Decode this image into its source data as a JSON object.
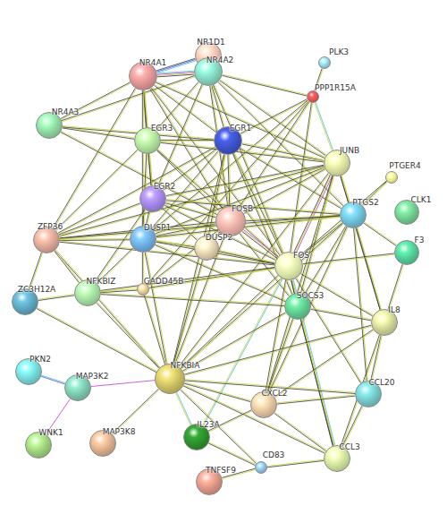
{
  "diagram": {
    "nodes": [
      {
        "text": [
          "NR1D1"
        ]
      },
      {
        "text": [
          "NR4A1"
        ]
      },
      {
        "text": [
          "NR4A2"
        ]
      },
      {
        "text": [
          "PLK3"
        ]
      },
      {
        "text": [
          "PPP1R15A"
        ]
      },
      {
        "text": [
          "NR4A3"
        ]
      },
      {
        "text": [
          "EGR1"
        ]
      },
      {
        "text": [
          "EGR3"
        ]
      },
      {
        "text": [
          "JUNB"
        ]
      },
      {
        "text": [
          "PTGER4"
        ]
      },
      {
        "text": [
          "CLK1"
        ]
      },
      {
        "text": [
          "EGR2"
        ]
      },
      {
        "text": [
          "FOSB"
        ]
      },
      {
        "text": [
          "PTGS2"
        ]
      },
      {
        "text": [
          "F3"
        ]
      },
      {
        "text": [
          "ZFP36"
        ]
      },
      {
        "text": [
          "DUSP1"
        ]
      },
      {
        "text": [
          "DUSP2"
        ]
      },
      {
        "text": [
          "FOS"
        ]
      },
      {
        "text": [
          "ZC3H12A"
        ]
      },
      {
        "text": [
          "NFKBIZ"
        ]
      },
      {
        "text": [
          "GADD45B"
        ]
      },
      {
        "text": [
          "SOCS3"
        ]
      },
      {
        "text": [
          "IL8"
        ]
      },
      {
        "text": [
          "PKN2"
        ]
      },
      {
        "text": [
          "MAP3K2"
        ]
      },
      {
        "text": [
          "NFKBIA"
        ]
      },
      {
        "text": [
          "CXCL2"
        ]
      },
      {
        "text": [
          "CCL20"
        ]
      },
      {
        "text": [
          "MAP3K8"
        ]
      },
      {
        "text": [
          "IL23A"
        ]
      },
      {
        "text": [
          "WNK1"
        ]
      },
      {
        "text": [
          "CCL3"
        ]
      },
      {
        "text": [
          "CD83"
        ]
      },
      {
        "text": [
          "TNFSF9"
        ]
      }
    ],
    "edges": [
      {
        "from": 0,
        "to": 1,
        "arrow": "none"
      },
      {
        "from": 0,
        "to": 2,
        "arrow": "none"
      },
      {
        "from": 1,
        "to": 2,
        "arrow": "none"
      },
      {
        "from": 1,
        "to": 5,
        "arrow": "none"
      },
      {
        "from": 2,
        "to": 5,
        "arrow": "none"
      },
      {
        "from": 1,
        "to": 6,
        "arrow": "none"
      },
      {
        "from": 2,
        "to": 6,
        "arrow": "none"
      },
      {
        "from": 1,
        "to": 7,
        "arrow": "none"
      },
      {
        "from": 2,
        "to": 7,
        "arrow": "none"
      },
      {
        "from": 1,
        "to": 12,
        "arrow": "none"
      },
      {
        "from": 2,
        "to": 12,
        "arrow": "none"
      },
      {
        "from": 1,
        "to": 18,
        "arrow": "none"
      },
      {
        "from": 2,
        "to": 18,
        "arrow": "none"
      },
      {
        "from": 2,
        "to": 8,
        "arrow": "none"
      },
      {
        "from": 1,
        "to": 8,
        "arrow": "none"
      },
      {
        "from": 1,
        "to": 11,
        "arrow": "none"
      },
      {
        "from": 2,
        "to": 11,
        "arrow": "none"
      },
      {
        "from": 2,
        "to": 4,
        "arrow": "none"
      },
      {
        "from": 1,
        "to": 16,
        "arrow": "none"
      },
      {
        "from": 2,
        "to": 13,
        "arrow": "none"
      },
      {
        "from": 1,
        "to": 15,
        "arrow": "none"
      },
      {
        "from": 5,
        "to": 7,
        "arrow": "none"
      },
      {
        "from": 5,
        "to": 12,
        "arrow": "none"
      },
      {
        "from": 5,
        "to": 6,
        "arrow": "none"
      },
      {
        "from": 3,
        "to": 4,
        "arrow": "none"
      },
      {
        "from": 4,
        "to": 6,
        "arrow": "none"
      },
      {
        "from": 4,
        "to": 8,
        "arrow": "none"
      },
      {
        "from": 4,
        "to": 18,
        "arrow": "none"
      },
      {
        "from": 4,
        "to": 21,
        "arrow": "none"
      },
      {
        "from": 4,
        "to": 12,
        "arrow": "none"
      },
      {
        "from": 4,
        "to": 16,
        "arrow": "none"
      },
      {
        "from": 6,
        "to": 7,
        "arrow": "none"
      },
      {
        "from": 6,
        "to": 11,
        "arrow": "none"
      },
      {
        "from": 6,
        "to": 12,
        "arrow": "none"
      },
      {
        "from": 6,
        "to": 18,
        "arrow": "none"
      },
      {
        "from": 6,
        "to": 8,
        "arrow": "none"
      },
      {
        "from": 6,
        "to": 16,
        "arrow": "none"
      },
      {
        "from": 6,
        "to": 13,
        "arrow": "none"
      },
      {
        "from": 6,
        "to": 15,
        "arrow": "none"
      },
      {
        "from": 6,
        "to": 17,
        "arrow": "none"
      },
      {
        "from": 6,
        "to": 22,
        "arrow": "none"
      },
      {
        "from": 6,
        "to": 26,
        "arrow": "none"
      },
      {
        "from": 7,
        "to": 11,
        "arrow": "none"
      },
      {
        "from": 7,
        "to": 12,
        "arrow": "none"
      },
      {
        "from": 7,
        "to": 18,
        "arrow": "none"
      },
      {
        "from": 7,
        "to": 8,
        "arrow": "none"
      },
      {
        "from": 7,
        "to": 15,
        "arrow": "none"
      },
      {
        "from": 7,
        "to": 16,
        "arrow": "none"
      },
      {
        "from": 8,
        "to": 12,
        "arrow": "none"
      },
      {
        "from": 8,
        "to": 18,
        "arrow": "none"
      },
      {
        "from": 8,
        "to": 13,
        "arrow": "none"
      },
      {
        "from": 8,
        "to": 16,
        "arrow": "none"
      },
      {
        "from": 8,
        "to": 11,
        "arrow": "none"
      },
      {
        "from": 8,
        "to": 22,
        "arrow": "none"
      },
      {
        "from": 8,
        "to": 15,
        "arrow": "none"
      },
      {
        "from": 8,
        "to": 26,
        "arrow": "none"
      },
      {
        "from": 8,
        "to": 23,
        "arrow": "none"
      },
      {
        "from": 8,
        "to": 27,
        "arrow": "none"
      },
      {
        "from": 9,
        "to": 13,
        "arrow": "none"
      },
      {
        "from": 9,
        "to": 18,
        "arrow": "none"
      },
      {
        "from": 11,
        "to": 12,
        "arrow": "none"
      },
      {
        "from": 11,
        "to": 18,
        "arrow": "none"
      },
      {
        "from": 11,
        "to": 15,
        "arrow": "none"
      },
      {
        "from": 11,
        "to": 16,
        "arrow": "none"
      },
      {
        "from": 11,
        "to": 17,
        "arrow": "none"
      },
      {
        "from": 11,
        "to": 20,
        "arrow": "none"
      },
      {
        "from": 11,
        "to": 13,
        "arrow": "none"
      },
      {
        "from": 12,
        "to": 18,
        "arrow": "none"
      },
      {
        "from": 12,
        "to": 16,
        "arrow": "none"
      },
      {
        "from": 12,
        "to": 17,
        "arrow": "none"
      },
      {
        "from": 12,
        "to": 13,
        "arrow": "none"
      },
      {
        "from": 12,
        "to": 15,
        "arrow": "none"
      },
      {
        "from": 12,
        "to": 22,
        "arrow": "none"
      },
      {
        "from": 12,
        "to": 26,
        "arrow": "none"
      },
      {
        "from": 12,
        "to": 21,
        "arrow": "none"
      },
      {
        "from": 13,
        "to": 18,
        "arrow": "none"
      },
      {
        "from": 13,
        "to": 14,
        "arrow": "none"
      },
      {
        "from": 13,
        "to": 23,
        "arrow": "none"
      },
      {
        "from": 13,
        "to": 16,
        "arrow": "none"
      },
      {
        "from": 13,
        "to": 22,
        "arrow": "none"
      },
      {
        "from": 13,
        "to": 26,
        "arrow": "none"
      },
      {
        "from": 13,
        "to": 27,
        "arrow": "none"
      },
      {
        "from": 13,
        "to": 28,
        "arrow": "none"
      },
      {
        "from": 13,
        "to": 15,
        "arrow": "none"
      },
      {
        "from": 14,
        "to": 18,
        "arrow": "none"
      },
      {
        "from": 14,
        "to": 23,
        "arrow": "none"
      },
      {
        "from": 15,
        "to": 16,
        "arrow": "none"
      },
      {
        "from": 15,
        "to": 19,
        "arrow": "none"
      },
      {
        "from": 15,
        "to": 26,
        "arrow": "none"
      },
      {
        "from": 15,
        "to": 18,
        "arrow": "none"
      },
      {
        "from": 15,
        "to": 20,
        "arrow": "none"
      },
      {
        "from": 16,
        "to": 17,
        "arrow": "none"
      },
      {
        "from": 16,
        "to": 18,
        "arrow": "none"
      },
      {
        "from": 16,
        "to": 26,
        "arrow": "none"
      },
      {
        "from": 16,
        "to": 21,
        "arrow": "none"
      },
      {
        "from": 16,
        "to": 22,
        "arrow": "none"
      },
      {
        "from": 16,
        "to": 20,
        "arrow": "none"
      },
      {
        "from": 17,
        "to": 18,
        "arrow": "none"
      },
      {
        "from": 17,
        "to": 26,
        "arrow": "none"
      },
      {
        "from": 18,
        "to": 22,
        "arrow": "none"
      },
      {
        "from": 18,
        "to": 23,
        "arrow": "none"
      },
      {
        "from": 18,
        "to": 26,
        "arrow": "none"
      },
      {
        "from": 18,
        "to": 27,
        "arrow": "none"
      },
      {
        "from": 18,
        "to": 28,
        "arrow": "none"
      },
      {
        "from": 18,
        "to": 32,
        "arrow": "none"
      },
      {
        "from": 18,
        "to": 21,
        "arrow": "none"
      },
      {
        "from": 18,
        "to": 20,
        "arrow": "none"
      },
      {
        "from": 18,
        "to": 30,
        "arrow": "none"
      },
      {
        "from": 19,
        "to": 20,
        "arrow": "none"
      },
      {
        "from": 19,
        "to": 26,
        "arrow": "none"
      },
      {
        "from": 20,
        "to": 26,
        "arrow": "none"
      },
      {
        "from": 20,
        "to": 21,
        "arrow": "none"
      },
      {
        "from": 20,
        "to": 22,
        "arrow": "none"
      },
      {
        "from": 21,
        "to": 26,
        "arrow": "none"
      },
      {
        "from": 22,
        "to": 26,
        "arrow": "none"
      },
      {
        "from": 22,
        "to": 23,
        "arrow": "none"
      },
      {
        "from": 22,
        "to": 27,
        "arrow": "none"
      },
      {
        "from": 22,
        "to": 32,
        "arrow": "none"
      },
      {
        "from": 23,
        "to": 27,
        "arrow": "none"
      },
      {
        "from": 23,
        "to": 28,
        "arrow": "none"
      },
      {
        "from": 23,
        "to": 26,
        "arrow": "none"
      },
      {
        "from": 23,
        "to": 32,
        "arrow": "none"
      },
      {
        "from": 24,
        "to": 25,
        "arrow": "none"
      },
      {
        "from": 25,
        "to": 31,
        "arrow": "none"
      },
      {
        "from": 25,
        "to": 26,
        "arrow": "none"
      },
      {
        "from": 26,
        "to": 29,
        "arrow": "none"
      },
      {
        "from": 26,
        "to": 27,
        "arrow": "none"
      },
      {
        "from": 26,
        "to": 30,
        "arrow": "none"
      },
      {
        "from": 26,
        "to": 28,
        "arrow": "none"
      },
      {
        "from": 26,
        "to": 32,
        "arrow": "none"
      },
      {
        "from": 26,
        "to": 33,
        "arrow": "none"
      },
      {
        "from": 27,
        "to": 28,
        "arrow": "none"
      },
      {
        "from": 27,
        "to": 32,
        "arrow": "none"
      },
      {
        "from": 27,
        "to": 30,
        "arrow": "none"
      },
      {
        "from": 28,
        "to": 32,
        "arrow": "none"
      },
      {
        "from": 30,
        "to": 33,
        "arrow": "none"
      },
      {
        "from": 33,
        "to": 34,
        "arrow": "none"
      },
      {
        "from": 33,
        "to": 32,
        "arrow": "none"
      }
    ]
  }
}
